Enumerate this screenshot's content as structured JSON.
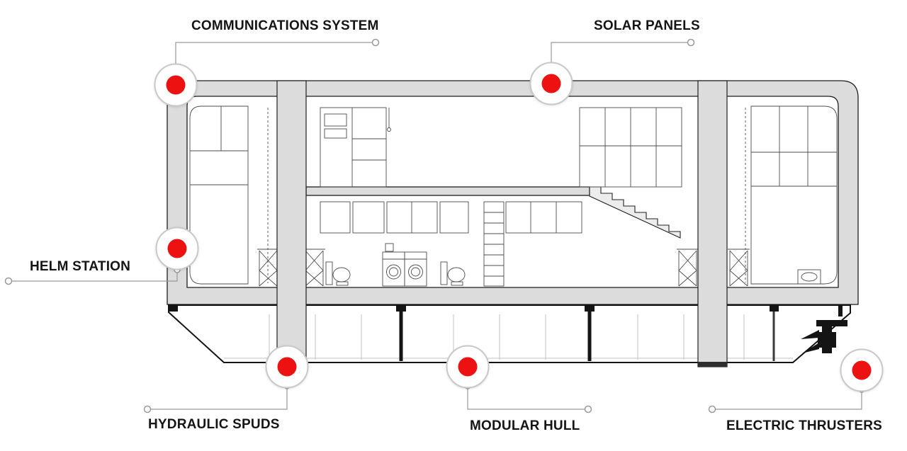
{
  "diagram": {
    "subject": "Houseboat cross-section with labeled features",
    "colors": {
      "background": "#ffffff",
      "marker_red": "#ee1111",
      "leader_line": "#9a9a9a",
      "wall_gray": "#dcdcdc"
    },
    "callouts": [
      {
        "id": "communications-system",
        "label": "COMMUNICATIONS SYSTEM"
      },
      {
        "id": "solar-panels",
        "label": "SOLAR PANELS"
      },
      {
        "id": "helm-station",
        "label": "HELM STATION"
      },
      {
        "id": "hydraulic-spuds",
        "label": "HYDRAULIC SPUDS"
      },
      {
        "id": "modular-hull",
        "label": "MODULAR HULL"
      },
      {
        "id": "electric-thrusters",
        "label": "ELECTRIC THRUSTERS"
      }
    ]
  }
}
